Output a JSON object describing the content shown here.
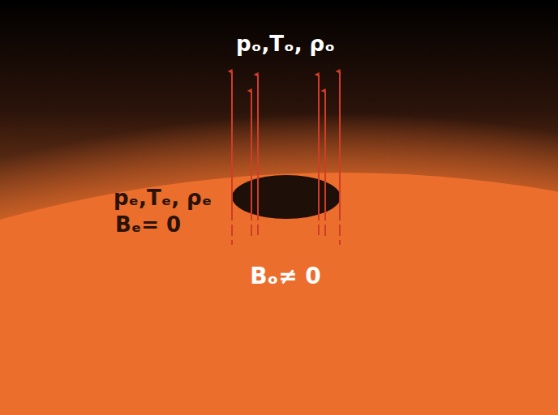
{
  "diagram": {
    "labels": [
      "pₒ,Tₒ, ρₒ",
      "pₑ,Tₑ, ρₑ",
      "Bₑ= 0",
      "Bₒ≠ 0"
    ]
  }
}
